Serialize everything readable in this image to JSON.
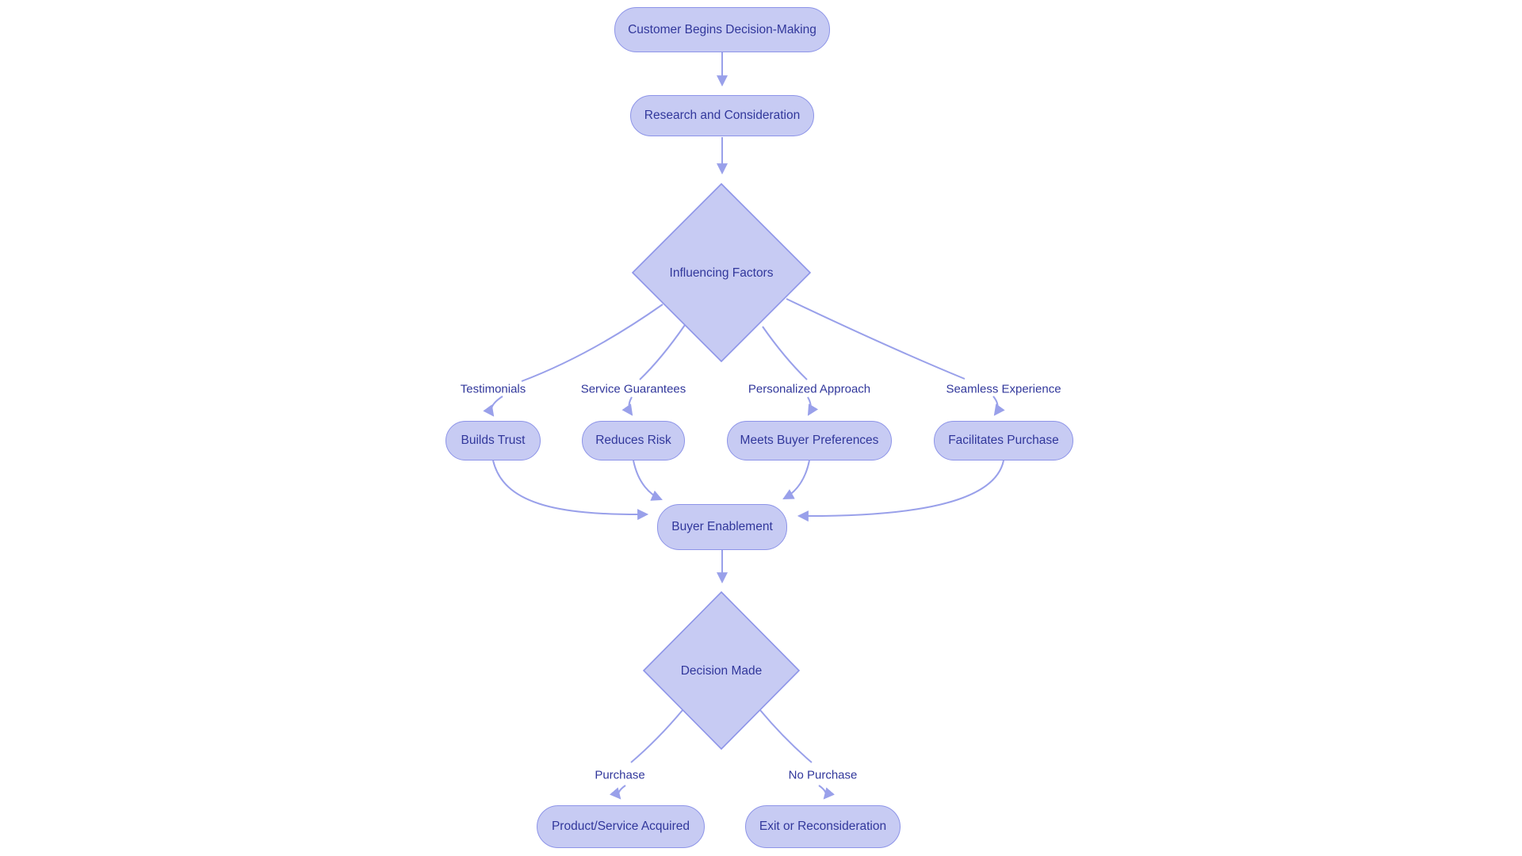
{
  "colors": {
    "background": "#ffffff",
    "node_fill": "#c7cbf3",
    "node_border": "#8d94e8",
    "edge": "#99a0ea",
    "text": "#31379b"
  },
  "nodes": {
    "start": {
      "label": "Customer Begins Decision-Making"
    },
    "research": {
      "label": "Research and Consideration"
    },
    "influencing": {
      "label": "Influencing Factors"
    },
    "builds_trust": {
      "label": "Builds Trust"
    },
    "reduces_risk": {
      "label": "Reduces Risk"
    },
    "meets_prefs": {
      "label": "Meets Buyer Preferences"
    },
    "facilitates": {
      "label": "Facilitates Purchase"
    },
    "buyer_enablement": {
      "label": "Buyer Enablement"
    },
    "decision": {
      "label": "Decision Made"
    },
    "acquired": {
      "label": "Product/Service Acquired"
    },
    "exit": {
      "label": "Exit or Reconsideration"
    }
  },
  "edge_labels": {
    "testimonials": "Testimonials",
    "service_guarantees": "Service Guarantees",
    "personalized_approach": "Personalized Approach",
    "seamless_experience": "Seamless Experience",
    "purchase": "Purchase",
    "no_purchase": "No Purchase"
  }
}
